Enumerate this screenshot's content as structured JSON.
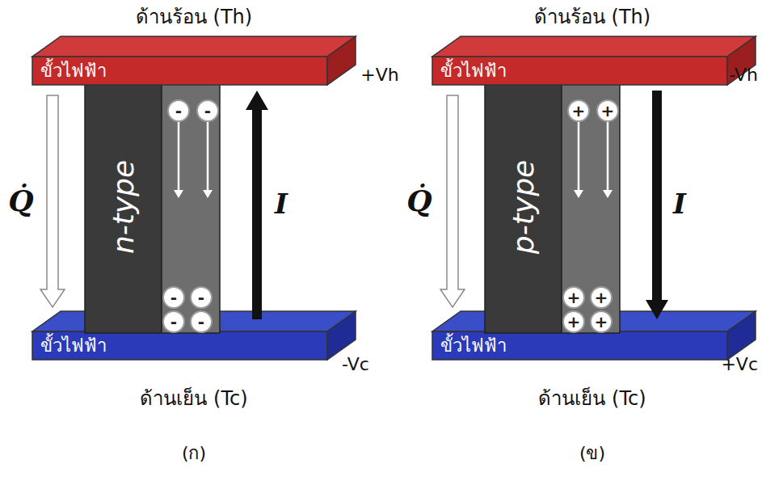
{
  "diagram": {
    "nodes": [
      {
        "text": [
          "ขั้วไฟฟ้า"
        ]
      },
      {
        "text": [
          "n-type"
        ]
      },
      {
        "text": [
          "-"
        ],
        "in": 1
      },
      {
        "text": [
          "-"
        ],
        "in": 1
      },
      {
        "text": [
          "-"
        ],
        "in": 1
      },
      {
        "text": [
          "-"
        ],
        "in": 1
      },
      {
        "text": [
          "-"
        ],
        "in": 1
      },
      {
        "text": [
          "-"
        ],
        "in": 1
      },
      {
        "text": [
          "ขั้วไฟฟ้า"
        ]
      },
      {
        "text": [
          "ขั้วไฟฟ้า"
        ]
      },
      {
        "text": [
          "p-type"
        ]
      },
      {
        "text": [
          "+"
        ],
        "in": 10
      },
      {
        "text": [
          "+"
        ],
        "in": 10
      },
      {
        "text": [
          "+"
        ],
        "in": 10
      },
      {
        "text": [
          "+"
        ],
        "in": 10
      },
      {
        "text": [
          "+"
        ],
        "in": 10
      },
      {
        "text": [
          "+"
        ],
        "in": 10
      },
      {
        "text": [
          "ขั้วไฟฟ้า"
        ]
      }
    ],
    "labels": [
      "ด้านร้อน (Th)",
      "+Vh",
      "Q̇",
      "I",
      "-Vc",
      "ด้านเย็น (Tc)",
      "(ก)",
      "ด้านร้อน (Th)",
      "-Vh",
      "Q̇",
      "I",
      "+Vc",
      "ด้านเย็น (Tc)",
      "(ข)"
    ]
  }
}
